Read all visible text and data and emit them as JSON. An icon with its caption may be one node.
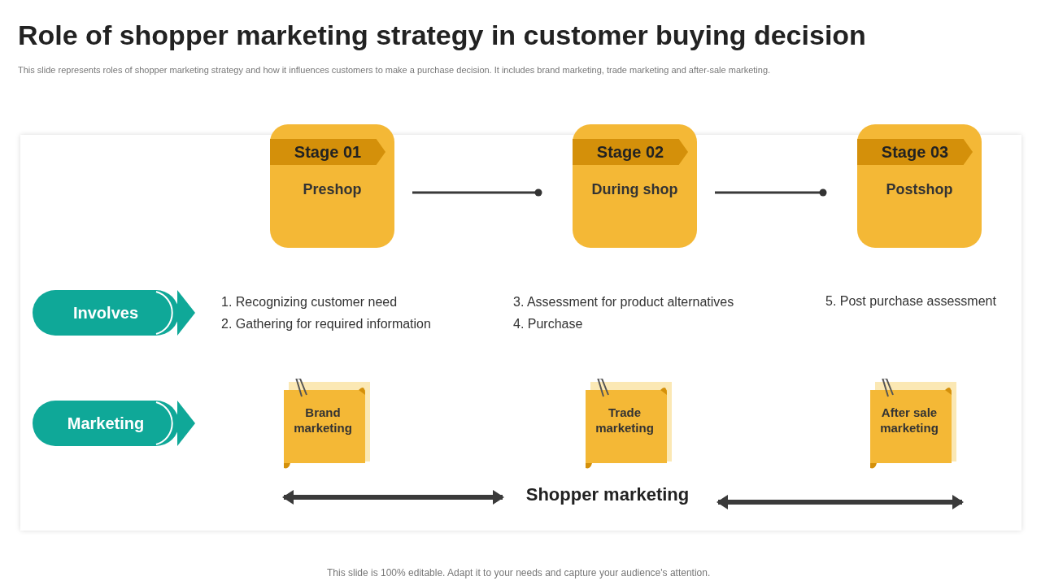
{
  "diagram": {
    "title": "Role of shopper marketing strategy in customer buying decision",
    "nodes": [
      {
        "text": [
          "Stage 01",
          "Preshop"
        ]
      },
      {
        "text": [
          "Stage 02",
          "During shop"
        ]
      },
      {
        "text": [
          "Stage 03",
          "Postshop"
        ]
      },
      {
        "text": [
          "Involves"
        ]
      },
      {
        "text": [
          "Marketing"
        ]
      },
      {
        "text": [
          "Brand marketing"
        ]
      },
      {
        "text": [
          "Trade marketing"
        ]
      },
      {
        "text": [
          "After sale marketing"
        ]
      },
      {
        "text": [
          "Shopper marketing"
        ]
      }
    ],
    "edges": [
      {
        "from": 0,
        "to": 1,
        "arrow": "other"
      },
      {
        "from": 1,
        "to": 2,
        "arrow": "other"
      },
      {
        "from": 5,
        "to": 8,
        "arrow": "both",
        "style": "thick"
      },
      {
        "from": 8,
        "to": null,
        "arrow": "both",
        "style": "thick"
      }
    ],
    "labels": [
      "This slide represents roles of shopper marketing strategy and how it influences customers to make a purchase decision. It includes brand marketing, trade marketing and after-sale marketing.",
      "1. Recognizing customer need",
      "2. Gathering for required information",
      "3. Assessment for product alternatives",
      "4. Purchase",
      "5. Post purchase assessment",
      "This slide is 100% editable. Adapt it to your needs and capture your audience's attention."
    ]
  }
}
